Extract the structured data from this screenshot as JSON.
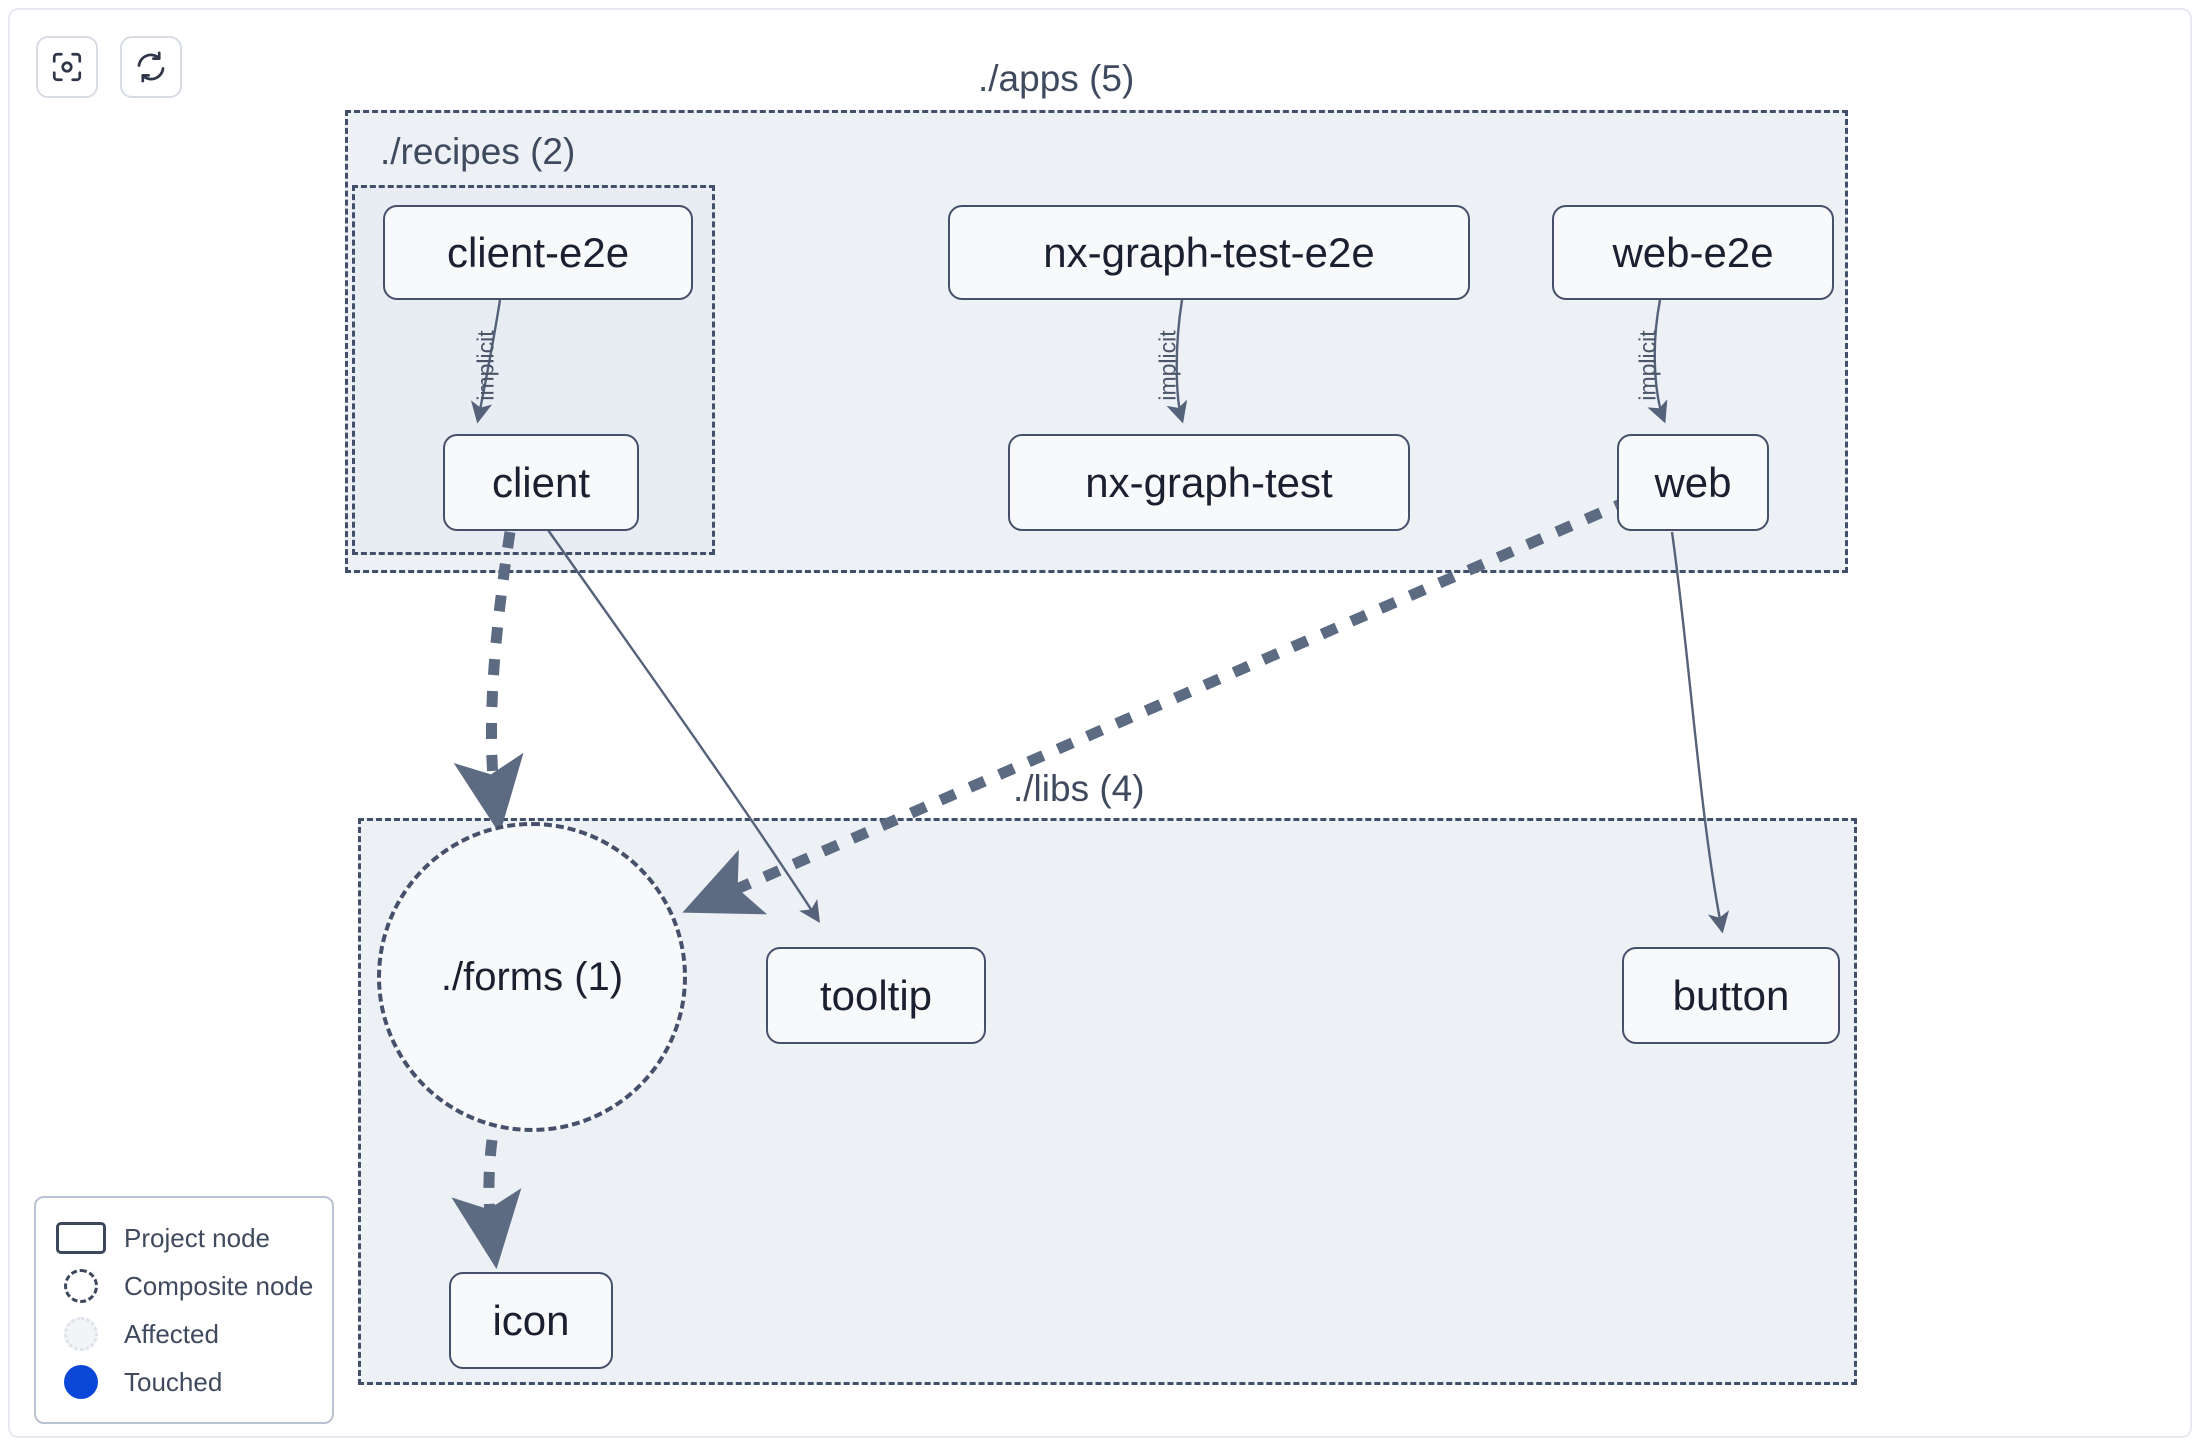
{
  "toolbar": {
    "buttons": [
      {
        "name": "focus-graph-button",
        "icon": "viewfinder-icon",
        "title": "Focus graph"
      },
      {
        "name": "refresh-graph-button",
        "icon": "refresh-icon",
        "title": "Refresh graph"
      }
    ]
  },
  "groups": [
    {
      "id": "apps",
      "label": "./apps (5)",
      "count": 5
    },
    {
      "id": "recipes",
      "label": "./recipes (2)",
      "count": 2
    },
    {
      "id": "libs",
      "label": "./libs (4)",
      "count": 4
    }
  ],
  "nodes": [
    {
      "id": "client-e2e",
      "label": "client-e2e",
      "type": "project",
      "group": "recipes"
    },
    {
      "id": "nx-graph-test-e2e",
      "label": "nx-graph-test-e2e",
      "type": "project",
      "group": "apps"
    },
    {
      "id": "web-e2e",
      "label": "web-e2e",
      "type": "project",
      "group": "apps"
    },
    {
      "id": "client",
      "label": "client",
      "type": "project",
      "group": "recipes"
    },
    {
      "id": "nx-graph-test",
      "label": "nx-graph-test",
      "type": "project",
      "group": "apps"
    },
    {
      "id": "web",
      "label": "web",
      "type": "project",
      "group": "apps"
    },
    {
      "id": "forms",
      "label": "./forms (1)",
      "type": "composite",
      "group": "libs"
    },
    {
      "id": "tooltip",
      "label": "tooltip",
      "type": "project",
      "group": "libs"
    },
    {
      "id": "button",
      "label": "button",
      "type": "project",
      "group": "libs"
    },
    {
      "id": "icon",
      "label": "icon",
      "type": "project",
      "group": "libs"
    }
  ],
  "edges": [
    {
      "from": "client-e2e",
      "to": "client",
      "label": "implicit",
      "style": "solid-thin"
    },
    {
      "from": "nx-graph-test-e2e",
      "to": "nx-graph-test",
      "label": "implicit",
      "style": "solid-thin"
    },
    {
      "from": "web-e2e",
      "to": "web",
      "label": "implicit",
      "style": "solid-thin"
    },
    {
      "from": "client",
      "to": "forms",
      "label": "",
      "style": "dashed-thick"
    },
    {
      "from": "client",
      "to": "tooltip",
      "label": "",
      "style": "solid-thin"
    },
    {
      "from": "web",
      "to": "forms",
      "label": "",
      "style": "dashed-thick"
    },
    {
      "from": "web",
      "to": "button",
      "label": "",
      "style": "solid-thin"
    },
    {
      "from": "forms",
      "to": "icon",
      "label": "",
      "style": "dashed-thick"
    }
  ],
  "legend": {
    "items": [
      {
        "swatch": "project-node-swatch",
        "label": "Project node"
      },
      {
        "swatch": "composite-node-swatch",
        "label": "Composite node"
      },
      {
        "swatch": "affected-swatch",
        "label": "Affected"
      },
      {
        "swatch": "touched-swatch",
        "label": "Touched"
      }
    ]
  },
  "colors": {
    "node_border": "#46506a",
    "node_fill": "#f8f9fb",
    "group_fill": "#edf0f5",
    "group_border": "#414f69",
    "edge": "#5c6b82",
    "touched": "#0a47d8",
    "text": "#1b2030"
  }
}
